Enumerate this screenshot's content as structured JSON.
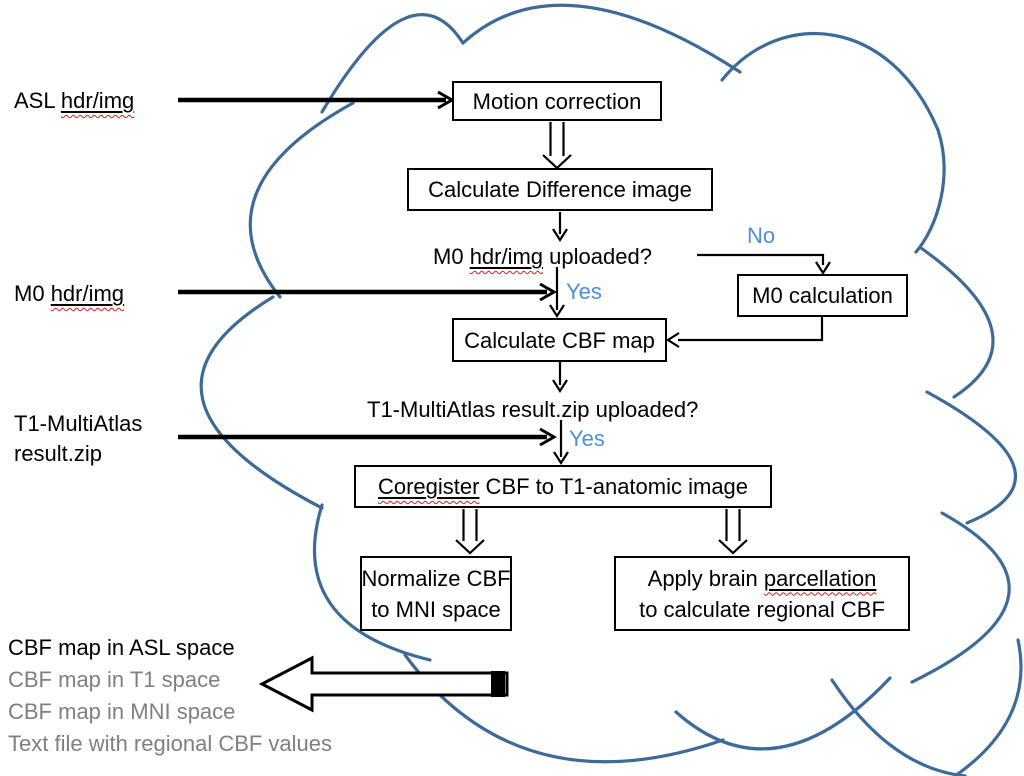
{
  "colors": {
    "cloud_outline": "#3E6A9A",
    "decision_text": "#4C8FDB",
    "secondary_text": "#7F7F7F",
    "ink": "#000000"
  },
  "inputs": {
    "asl": {
      "prefix": "ASL ",
      "file": "hdr/img"
    },
    "m0": {
      "prefix": "M0 ",
      "file": "hdr/img"
    },
    "t1": {
      "line1": "T1-MultiAtlas",
      "line2": "result.zip"
    }
  },
  "steps": {
    "motion_correction": "Motion correction",
    "difference": "Calculate Difference image",
    "m0_calculation": "M0 calculation",
    "cbf_map": "Calculate CBF map",
    "coregister": {
      "word": "Coregister",
      "rest": " CBF to T1-anatomic image"
    },
    "normalize": {
      "line1": "Normalize CBF",
      "line2": "to MNI space"
    },
    "parcellation": {
      "line1_prefix": "Apply brain ",
      "line1_word": "parcellation",
      "line2": "to calculate regional CBF"
    }
  },
  "decisions": {
    "m0_uploaded": {
      "prefix": "M0 ",
      "file": "hdr/img",
      "suffix": " uploaded?"
    },
    "t1_uploaded": "T1-MultiAtlas result.zip uploaded?",
    "yes_label": "Yes",
    "no_label": "No"
  },
  "outputs": [
    {
      "text": "CBF map in ASL space"
    },
    {
      "text": "CBF map in T1 space"
    },
    {
      "text": "CBF map in MNI space"
    },
    {
      "text": "Text file with regional CBF values"
    }
  ]
}
